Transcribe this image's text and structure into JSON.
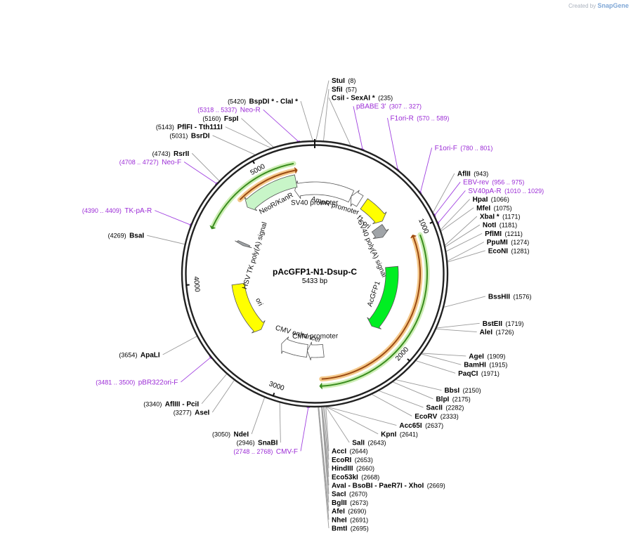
{
  "credit": {
    "prefix": "Created by",
    "brand": "SnapGene"
  },
  "plasmid": {
    "name": "pAcGFP1-N1-Dsup-C",
    "length_label": "5433 bp",
    "length": 5433
  },
  "ticks": [
    {
      "label": "1000",
      "pos": 1000
    },
    {
      "label": "2000",
      "pos": 2000
    },
    {
      "label": "3000",
      "pos": 3000
    },
    {
      "label": "4000",
      "pos": 4000
    },
    {
      "label": "5000",
      "pos": 5000
    }
  ],
  "features": [
    {
      "name": "f1 ori",
      "start": 530,
      "end": 785,
      "strand": 1,
      "color": "#ffff00",
      "radius": 2,
      "label_pos": 655
    },
    {
      "name": "SV40 promoter",
      "start": 5230,
      "end": 380,
      "strand": -1,
      "color": "#ffffff",
      "radius": 2,
      "label_pos": 5430
    },
    {
      "name": "AmpR promoter",
      "start": 380,
      "end": 480,
      "strand": -1,
      "color": "#ffffff",
      "radius": 2,
      "label_pos": 250
    },
    {
      "name": "SV40 poly(A) signal",
      "start": 810,
      "end": 930,
      "strand": 1,
      "color": "#a0a4a8",
      "radius": 3,
      "label_pos": 1000
    },
    {
      "name": "AcGFP1",
      "start": 1280,
      "end": 2000,
      "strand": 1,
      "color": "#00ee22",
      "radius": 3,
      "label_pos": 1640
    },
    {
      "name": "CMV promoter",
      "start": 2620,
      "end": 2800,
      "strand": 1,
      "color": "#ffffff",
      "radius": 3,
      "label_pos": 2710
    },
    {
      "name": "CMV enhancer",
      "start": 2800,
      "end": 3100,
      "strand": 1,
      "color": "#ffffff",
      "radius": 3,
      "label_pos": 2950
    },
    {
      "name": "ori",
      "start": 3380,
      "end": 3960,
      "strand": -1,
      "color": "#ffff00",
      "radius": 3,
      "label_pos": 3670
    },
    {
      "name": "HSV TK poly(A) signal",
      "start": 4400,
      "end": 4430,
      "strand": -1,
      "color": "#a0a4a8",
      "radius": 3,
      "label_pos": 4330
    },
    {
      "name": "NeoR/KanR",
      "start": 4750,
      "end": 5260,
      "strand": -1,
      "color": "#c8f5c8",
      "radius": 1,
      "label_pos": 5000
    }
  ],
  "orfs": [
    {
      "start": 4450,
      "end": 5270,
      "strand": -1,
      "radius": 0,
      "inner": "#3a8c1e",
      "halo": "#cdeeb5"
    },
    {
      "start": 4750,
      "end": 5270,
      "strand": 1,
      "radius": 1,
      "inner": "#9a4a12",
      "halo": "#f5c88a"
    },
    {
      "start": 1050,
      "end": 2660,
      "strand": 1,
      "radius": 0,
      "inner": "#3a8c1e",
      "halo": "#cdeeb5"
    },
    {
      "start": 1050,
      "end": 2660,
      "strand": -1,
      "radius": 1,
      "inner": "#9a4a12",
      "halo": "#f5c88a"
    }
  ],
  "enzymes": [
    {
      "name": "StuI",
      "pos": 8,
      "label_pos": "8",
      "side": "right"
    },
    {
      "name": "SfiI",
      "pos": 57,
      "label_pos": "57",
      "side": "right"
    },
    {
      "name": "CsiI  -  SexAI *",
      "pos": 235,
      "label_pos": "235",
      "side": "right"
    },
    {
      "name": "AflII",
      "pos": 943,
      "label_pos": "943",
      "side": "right"
    },
    {
      "name": "HpaI",
      "pos": 1066,
      "label_pos": "1066",
      "side": "right"
    },
    {
      "name": "MfeI",
      "pos": 1075,
      "label_pos": "1075",
      "side": "right"
    },
    {
      "name": "XbaI *",
      "pos": 1171,
      "label_pos": "1171",
      "side": "right"
    },
    {
      "name": "NotI",
      "pos": 1181,
      "label_pos": "1181",
      "side": "right"
    },
    {
      "name": "PflMI",
      "pos": 1211,
      "label_pos": "1211",
      "side": "right"
    },
    {
      "name": "PpuMI",
      "pos": 1274,
      "label_pos": "1274",
      "side": "right"
    },
    {
      "name": "EcoNI",
      "pos": 1281,
      "label_pos": "1281",
      "side": "right"
    },
    {
      "name": "BssHII",
      "pos": 1576,
      "label_pos": "1576",
      "side": "right"
    },
    {
      "name": "BstEII",
      "pos": 1719,
      "label_pos": "1719",
      "side": "right"
    },
    {
      "name": "AleI",
      "pos": 1726,
      "label_pos": "1726",
      "side": "right"
    },
    {
      "name": "AgeI",
      "pos": 1909,
      "label_pos": "1909",
      "side": "right"
    },
    {
      "name": "BamHI",
      "pos": 1915,
      "label_pos": "1915",
      "side": "right"
    },
    {
      "name": "PaqCI",
      "pos": 1971,
      "label_pos": "1971",
      "side": "right"
    },
    {
      "name": "BbsI",
      "pos": 2150,
      "label_pos": "2150",
      "side": "right"
    },
    {
      "name": "BlpI",
      "pos": 2175,
      "label_pos": "2175",
      "side": "right"
    },
    {
      "name": "SacII",
      "pos": 2282,
      "label_pos": "2282",
      "side": "right"
    },
    {
      "name": "EcoRV",
      "pos": 2333,
      "label_pos": "2333",
      "side": "right"
    },
    {
      "name": "Acc65I",
      "pos": 2637,
      "label_pos": "2637",
      "side": "right"
    },
    {
      "name": "KpnI",
      "pos": 2641,
      "label_pos": "2641",
      "side": "right"
    },
    {
      "name": "SalI",
      "pos": 2643,
      "label_pos": "2643",
      "side": "right"
    },
    {
      "name": "AccI",
      "pos": 2644,
      "label_pos": "2644",
      "side": "right"
    },
    {
      "name": "EcoRI",
      "pos": 2653,
      "label_pos": "2653",
      "side": "right"
    },
    {
      "name": "HindIII",
      "pos": 2660,
      "label_pos": "2660",
      "side": "right"
    },
    {
      "name": "Eco53kI",
      "pos": 2668,
      "label_pos": "2668",
      "side": "right"
    },
    {
      "name": "AvaI  -  BsoBI  -  PaeR7I  -  XhoI",
      "pos": 2669,
      "label_pos": "2669",
      "side": "right"
    },
    {
      "name": "SacI",
      "pos": 2670,
      "label_pos": "2670",
      "side": "right"
    },
    {
      "name": "BglII",
      "pos": 2673,
      "label_pos": "2673",
      "side": "right"
    },
    {
      "name": "AfeI",
      "pos": 2690,
      "label_pos": "2690",
      "side": "right"
    },
    {
      "name": "NheI",
      "pos": 2691,
      "label_pos": "2691",
      "side": "right"
    },
    {
      "name": "BmtI",
      "pos": 2695,
      "label_pos": "2695",
      "side": "right"
    },
    {
      "name": "SnaBI",
      "pos": 2946,
      "label_pos": "2946",
      "side": "left"
    },
    {
      "name": "NdeI",
      "pos": 3050,
      "label_pos": "3050",
      "side": "left"
    },
    {
      "name": "AseI",
      "pos": 3277,
      "label_pos": "3277",
      "side": "left"
    },
    {
      "name": "AflIII  -  PciI",
      "pos": 3340,
      "label_pos": "3340",
      "side": "left"
    },
    {
      "name": "ApaLI",
      "pos": 3654,
      "label_pos": "3654",
      "side": "left"
    },
    {
      "name": "BsaI",
      "pos": 4269,
      "label_pos": "4269",
      "side": "left"
    },
    {
      "name": "RsrII",
      "pos": 4743,
      "label_pos": "4743",
      "side": "left"
    },
    {
      "name": "BsrDI",
      "pos": 5031,
      "label_pos": "5031",
      "side": "left"
    },
    {
      "name": "PflFI  -  Tth111I",
      "pos": 5143,
      "label_pos": "5143",
      "side": "left"
    },
    {
      "name": "FspI",
      "pos": 5160,
      "label_pos": "5160",
      "side": "left"
    },
    {
      "name": "BspDI *  -  ClaI *",
      "pos": 5420,
      "label_pos": "5420",
      "side": "left"
    }
  ],
  "primers": [
    {
      "name": "pBABE 3'",
      "range": "(307 .. 327)",
      "pos": 317,
      "side": "right"
    },
    {
      "name": "F1ori-R",
      "range": "(570 .. 589)",
      "pos": 580,
      "side": "right"
    },
    {
      "name": "F1ori-F",
      "range": "(780 .. 801)",
      "pos": 790,
      "side": "right"
    },
    {
      "name": "EBV-rev",
      "range": "(956 .. 975)",
      "pos": 965,
      "side": "right"
    },
    {
      "name": "SV40pA-R",
      "range": "(1010 .. 1029)",
      "pos": 1020,
      "side": "right"
    },
    {
      "name": "CMV-F",
      "range": "(2748 .. 2768)",
      "pos": 2758,
      "side": "left"
    },
    {
      "name": "pBR322ori-F",
      "range": "(3481 .. 3500)",
      "pos": 3490,
      "side": "left"
    },
    {
      "name": "TK-pA-R",
      "range": "(4390 .. 4409)",
      "pos": 4400,
      "side": "left"
    },
    {
      "name": "Neo-F",
      "range": "(4708 .. 4727)",
      "pos": 4718,
      "side": "left"
    },
    {
      "name": "Neo-R",
      "range": "(5318 .. 5337)",
      "pos": 5327,
      "side": "left"
    }
  ]
}
